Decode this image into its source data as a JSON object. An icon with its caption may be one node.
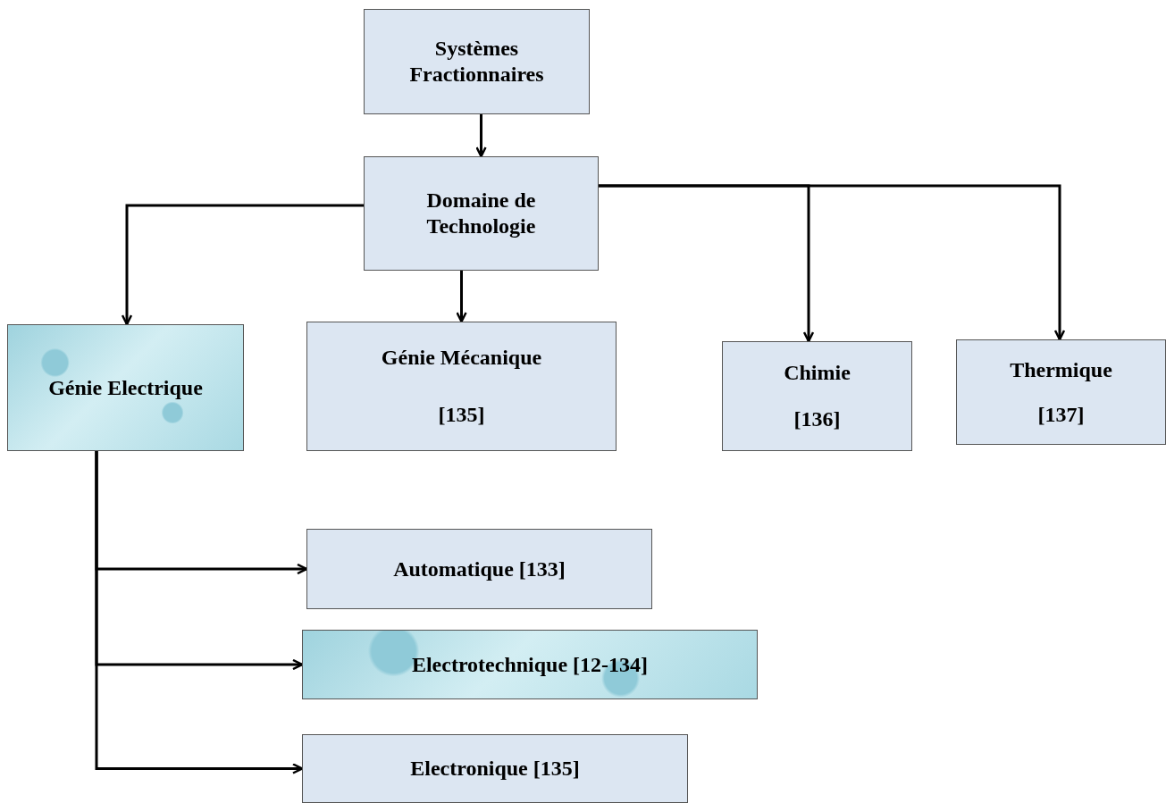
{
  "diagram": {
    "nodes": [
      {
        "text": [
          "Systèmes Fractionnaires"
        ]
      },
      {
        "text": [
          "Domaine de Technologie"
        ]
      },
      {
        "text": [
          "Génie Electrique"
        ]
      },
      {
        "text": [
          "Génie Mécanique",
          "[135]"
        ]
      },
      {
        "text": [
          "Chimie",
          "[136]"
        ]
      },
      {
        "text": [
          "Thermique",
          "[137]"
        ]
      },
      {
        "text": [
          "Automatique [133]"
        ]
      },
      {
        "text": [
          "Electrotechnique [12-134]"
        ]
      },
      {
        "text": [
          "Electronique [135]"
        ]
      }
    ],
    "edges": [
      {
        "from": 0,
        "to": 1,
        "arrow": "to"
      },
      {
        "from": 1,
        "to": 2,
        "arrow": "to"
      },
      {
        "from": 1,
        "to": 3,
        "arrow": "to"
      },
      {
        "from": 1,
        "to": 4,
        "arrow": "to"
      },
      {
        "from": 1,
        "to": 5,
        "arrow": "to"
      },
      {
        "from": 2,
        "to": 6,
        "arrow": "to"
      },
      {
        "from": 2,
        "to": 7,
        "arrow": "to"
      },
      {
        "from": 2,
        "to": 8,
        "arrow": "to"
      }
    ]
  }
}
